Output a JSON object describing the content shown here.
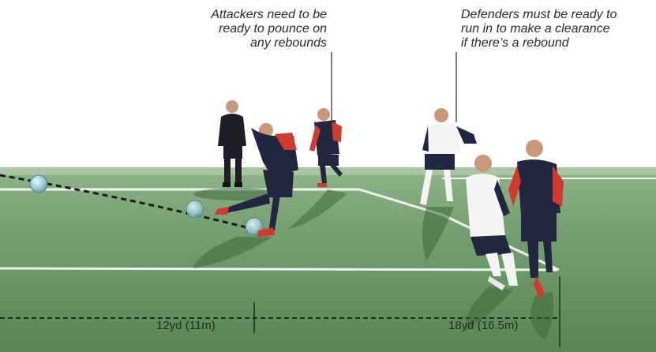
{
  "annotations": {
    "attackers": {
      "lines": [
        "Attackers need to be",
        "ready to pounce on",
        "any rebounds"
      ]
    },
    "defenders": {
      "lines": [
        "Defenders must be ready to",
        "run in to make a clearance",
        "if there’s a rebound"
      ]
    }
  },
  "distances": {
    "penalty_spot": "12yd (11m)",
    "penalty_area": "18yd (16.5m)"
  },
  "colors": {
    "pitch_light": "#7fa57a",
    "pitch_dark": "#5e8a5b",
    "pitch_line": "#e8efe6",
    "kit_navy": "#23263f",
    "kit_red": "#d13a2e",
    "kit_white": "#f4f4f2",
    "referee_black": "#1e1e28",
    "ball": "#bfe0e6"
  }
}
